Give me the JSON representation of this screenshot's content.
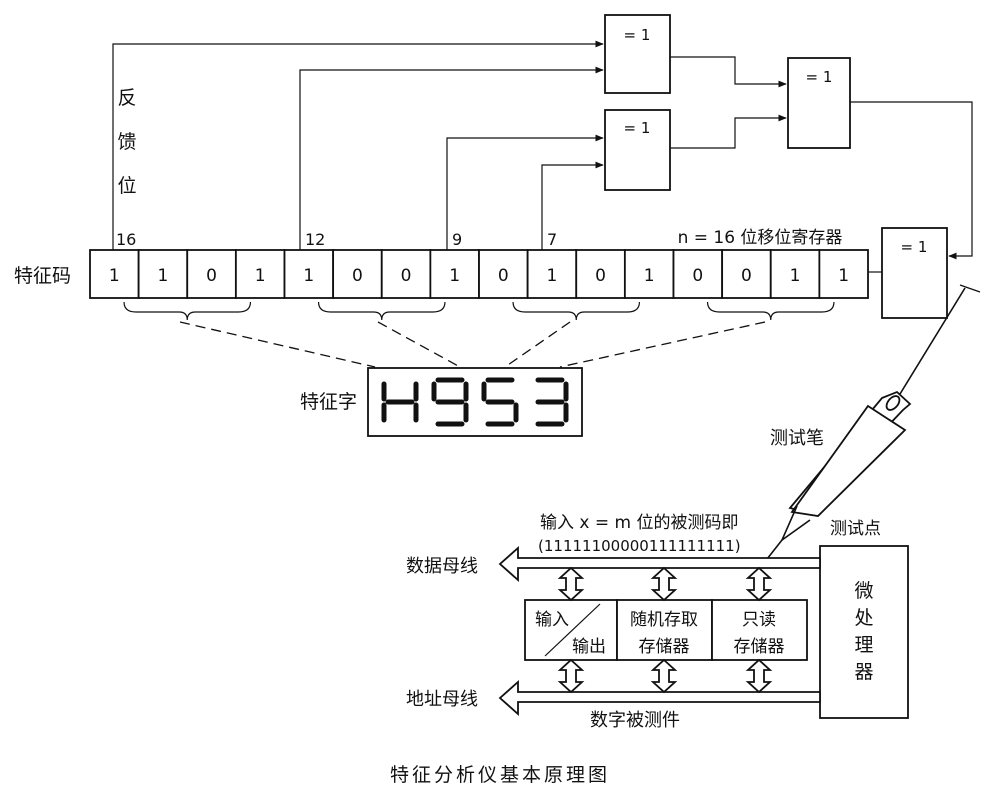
{
  "caption": "特征分析仪基本原理图",
  "labels": {
    "feedback": [
      "反",
      "馈",
      "位"
    ],
    "signature_code": "特征码",
    "signature_word": "特征字",
    "register": "n = 16 位移位寄存器",
    "probe": "测试笔",
    "input_desc": "输入 x = m 位的被测码即",
    "input_bits": "(11111100000111111111)",
    "test_point": "测试点",
    "data_bus": "数据母线",
    "address_bus": "地址母线",
    "dut": "数字被测件",
    "microprocessor": [
      "微",
      "处",
      "理",
      "器"
    ]
  },
  "xor_label": "= 1",
  "register_bits": [
    "1",
    "1",
    "0",
    "1",
    "1",
    "0",
    "0",
    "1",
    "0",
    "1",
    "0",
    "1",
    "0",
    "0",
    "1",
    "1"
  ],
  "taps": [
    {
      "label": "16",
      "stage": 1
    },
    {
      "label": "12",
      "stage": 5
    },
    {
      "label": "9",
      "stage": 8
    },
    {
      "label": "7",
      "stage": 10
    }
  ],
  "display": {
    "value": "H953",
    "chars": [
      "H",
      "9",
      "5",
      "3"
    ]
  },
  "memory_blocks": [
    {
      "line1": "输入",
      "line2": "输出"
    },
    {
      "line1": "随机存取",
      "line2": "存储器"
    },
    {
      "line1": "只读",
      "line2": "存储器"
    }
  ]
}
